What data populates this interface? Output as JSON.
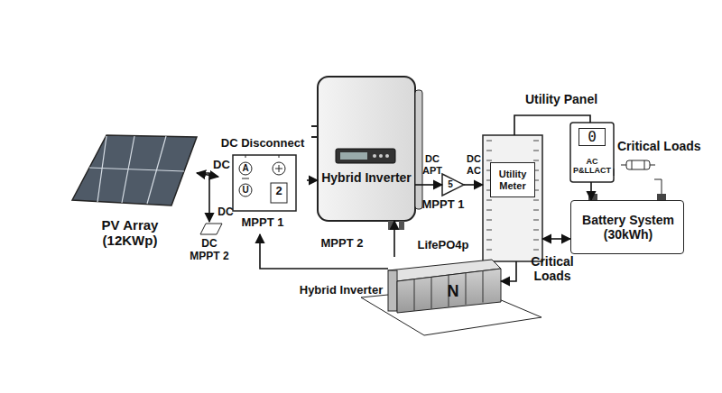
{
  "diagram": {
    "nodes": [
      {
        "text": [
          "PV Array (12KWp)"
        ]
      },
      {
        "text": [
          "DC Disconnect",
          "2",
          "MPPT 1"
        ]
      },
      {
        "text": [
          "Hybrid Inverter",
          "MPPT 2"
        ]
      },
      {
        "text": [
          "Utility Meter"
        ]
      },
      {
        "text": [
          "0",
          "AC P&LLACT"
        ]
      },
      {
        "text": [
          "Battery System (30kWh)"
        ]
      },
      {
        "text": [
          "LifePO4p",
          "N",
          "Hybrid Inverter"
        ]
      },
      {
        "text": [
          "DC",
          "DC MPPT 2"
        ]
      },
      {
        "text": [
          "5"
        ]
      }
    ],
    "edges": [
      {
        "from": 0,
        "to": 1,
        "label": "DC",
        "arrow": "both"
      },
      {
        "from": 0,
        "to": 7,
        "arrow": "to"
      },
      {
        "from": 1,
        "to": 2,
        "arrow": "to"
      },
      {
        "from": 2,
        "to": 8,
        "arrow": "to"
      },
      {
        "from": 8,
        "to": 3,
        "arrow": "to"
      },
      {
        "from": 6,
        "to": 1,
        "arrow": "to"
      },
      {
        "from": 6,
        "to": 2,
        "arrow": "to"
      },
      {
        "from": 3,
        "to": 6,
        "arrow": "to"
      },
      {
        "from": 3,
        "to": 4,
        "arrow": "none"
      },
      {
        "from": 3,
        "to": 5,
        "arrow": "both"
      },
      {
        "from": 4,
        "to": 5,
        "arrow": "to"
      }
    ],
    "labels": [
      "A",
      "U",
      "DC APT",
      "DC AC",
      "MPPT 1",
      "Utility Panel",
      "Critical Loads",
      "Critical Loads"
    ]
  }
}
